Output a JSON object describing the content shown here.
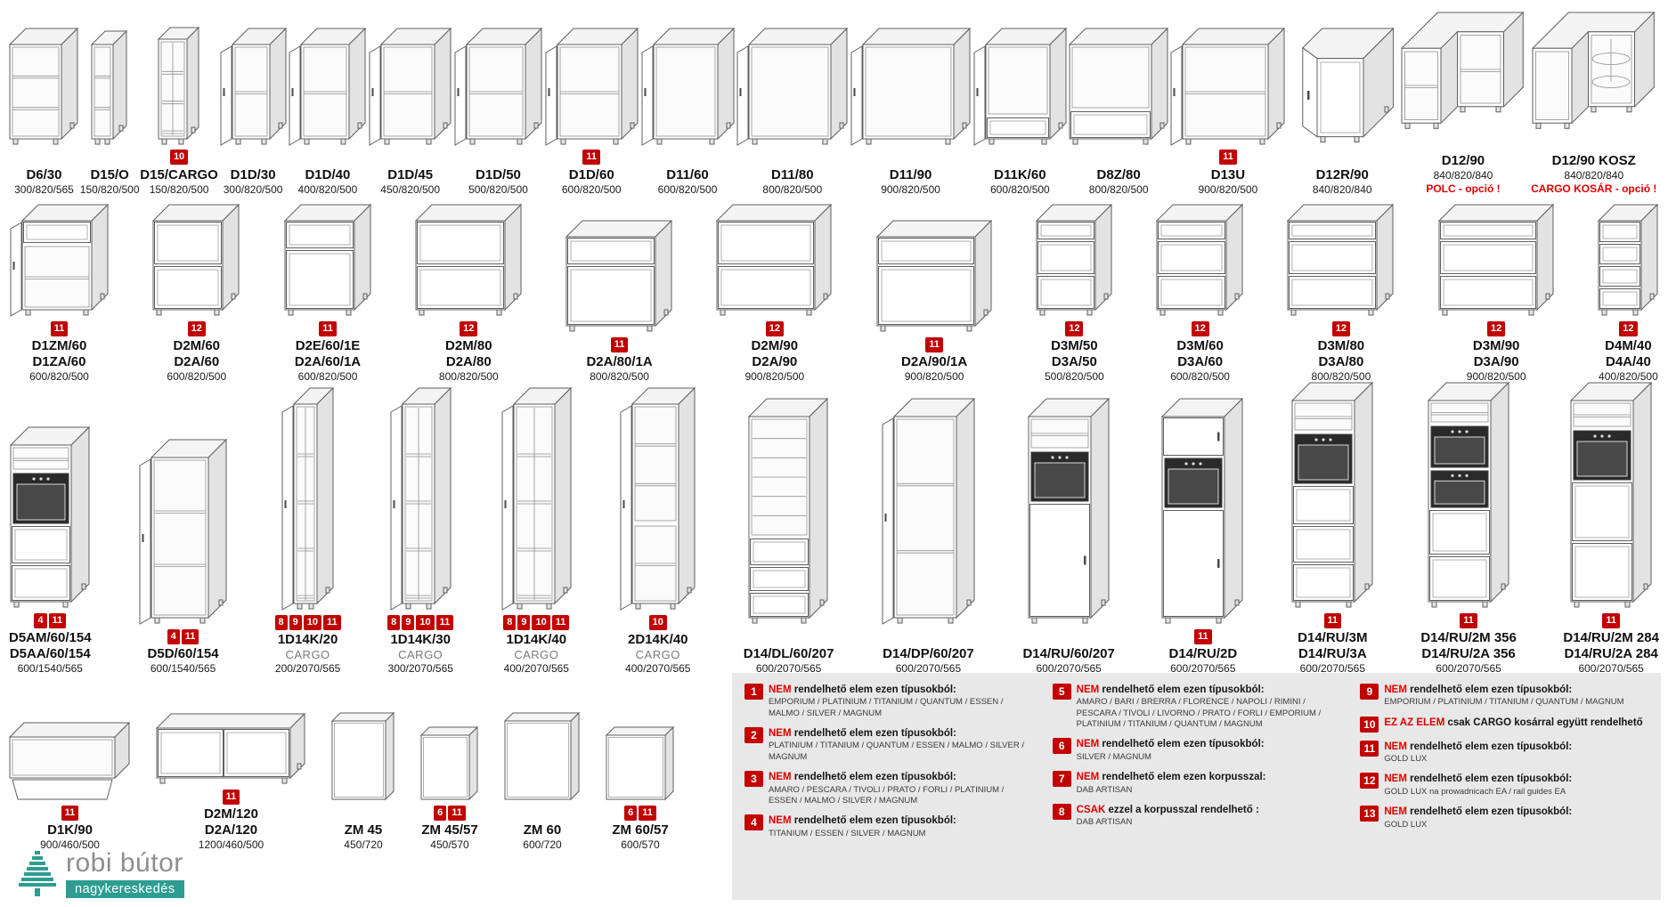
{
  "colors": {
    "badge_red": "#c20000",
    "note_red": "#e00000",
    "brand_teal": "#2d9d92"
  },
  "logo": {
    "name": "robi bútor",
    "subtitle": "nagykereskedés"
  },
  "rows": [
    {
      "items": [
        {
          "code": [
            "D6/30"
          ],
          "dims": "300/820/565",
          "badges": [],
          "type": "corner-open-shelf"
        },
        {
          "code": [
            "D15/O"
          ],
          "dims": "150/820/500",
          "badges": [],
          "type": "narrow-open-shelf"
        },
        {
          "code": [
            "D15/CARGO"
          ],
          "dims": "150/820/500",
          "badges": [
            10
          ],
          "type": "narrow-cargo"
        },
        {
          "code": [
            "D1D/30"
          ],
          "dims": "300/820/500",
          "badges": [],
          "type": "door-30"
        },
        {
          "code": [
            "D1D/40"
          ],
          "dims": "400/820/500",
          "badges": [],
          "type": "door-40"
        },
        {
          "code": [
            "D1D/45"
          ],
          "dims": "450/820/500",
          "badges": [],
          "type": "door-45"
        },
        {
          "code": [
            "D1D/50"
          ],
          "dims": "500/820/500",
          "badges": [],
          "type": "door-50"
        },
        {
          "code": [
            "D1D/60"
          ],
          "dims": "600/820/500",
          "badges": [
            11
          ],
          "type": "door-60"
        },
        {
          "code": [
            "D11/60"
          ],
          "dims": "600/820/500",
          "badges": [],
          "type": "sink-60"
        },
        {
          "code": [
            "D11/80"
          ],
          "dims": "800/820/500",
          "badges": [],
          "type": "sink-80"
        },
        {
          "code": [
            "D11/90"
          ],
          "dims": "900/820/500",
          "badges": [],
          "type": "sink-90"
        },
        {
          "code": [
            "D11K/60"
          ],
          "dims": "600/820/500",
          "badges": [],
          "type": "sink-60k"
        },
        {
          "code": [
            "D8Z/80"
          ],
          "dims": "800/820/500",
          "badges": [],
          "type": "inner-drawer-80"
        },
        {
          "code": [
            "D13U"
          ],
          "dims": "900/820/500",
          "badges": [
            11
          ],
          "type": "corner-blind"
        },
        {
          "code": [
            "D12R/90"
          ],
          "dims": "840/820/840",
          "badges": [],
          "type": "corner-diagonal"
        },
        {
          "code": [
            "D12/90"
          ],
          "dims": "840/820/840",
          "badges": [],
          "note": "POLC - opció !",
          "type": "corner-L"
        },
        {
          "code": [
            "D12/90 KOSZ"
          ],
          "dims": "840/820/840",
          "badges": [],
          "note": "CARGO KOSÁR - opció !",
          "type": "corner-L-kosz"
        }
      ]
    },
    {
      "items": [
        {
          "code": [
            "D1ZM/60",
            "D1ZA/60"
          ],
          "dims": "600/820/500",
          "badges": [
            11
          ],
          "type": "drawer-door-60"
        },
        {
          "code": [
            "D2M/60",
            "D2A/60"
          ],
          "dims": "600/820/500",
          "badges": [
            12
          ],
          "type": "drawers2-60"
        },
        {
          "code": [
            "D2E/60/1E",
            "D2A/60/1A"
          ],
          "dims": "600/820/500",
          "badges": [
            11
          ],
          "type": "drawers2e-60"
        },
        {
          "code": [
            "D2M/80",
            "D2A/80"
          ],
          "dims": "800/820/500",
          "badges": [
            12
          ],
          "type": "drawers2-80"
        },
        {
          "code": [
            "D2A/80/1A"
          ],
          "dims": "800/820/500",
          "badges": [
            11
          ],
          "type": "drawers2a-80"
        },
        {
          "code": [
            "D2M/90",
            "D2A/90"
          ],
          "dims": "900/820/500",
          "badges": [
            12
          ],
          "type": "drawers2-90"
        },
        {
          "code": [
            "D2A/90/1A"
          ],
          "dims": "900/820/500",
          "badges": [
            11
          ],
          "type": "drawers2a-90"
        },
        {
          "code": [
            "D3M/50",
            "D3A/50"
          ],
          "dims": "500/820/500",
          "badges": [
            12
          ],
          "type": "drawers3-50"
        },
        {
          "code": [
            "D3M/60",
            "D3A/60"
          ],
          "dims": "600/820/500",
          "badges": [
            12
          ],
          "type": "drawers3-60"
        },
        {
          "code": [
            "D3M/80",
            "D3A/80"
          ],
          "dims": "800/820/500",
          "badges": [
            12
          ],
          "type": "drawers3-80"
        },
        {
          "code": [
            "D3M/90",
            "D3A/90"
          ],
          "dims": "900/820/500",
          "badges": [
            12
          ],
          "type": "drawers3-90"
        },
        {
          "code": [
            "D4M/40",
            "D4A/40"
          ],
          "dims": "400/820/500",
          "badges": [
            12
          ],
          "type": "drawers4-40"
        }
      ]
    },
    {
      "items": [
        {
          "code": [
            "D5AM/60/154",
            "D5AA/60/154"
          ],
          "dims": "600/1540/565",
          "badges": [
            4,
            11
          ],
          "type": "tall-oven-154"
        },
        {
          "code": [
            "D5D/60/154"
          ],
          "dims": "600/1540/565",
          "badges": [
            4,
            11
          ],
          "type": "tall-door-154"
        },
        {
          "code": [
            "1D14K/20"
          ],
          "cargo": "CARGO",
          "dims": "200/2070/565",
          "badges": [
            8,
            9,
            10,
            11
          ],
          "type": "tall-cargo-20"
        },
        {
          "code": [
            "1D14K/30"
          ],
          "cargo": "CARGO",
          "dims": "300/2070/565",
          "badges": [
            8,
            9,
            10,
            11
          ],
          "type": "tall-cargo-30"
        },
        {
          "code": [
            "1D14K/40"
          ],
          "cargo": "CARGO",
          "dims": "400/2070/565",
          "badges": [
            8,
            9,
            10,
            11
          ],
          "type": "tall-cargo-40"
        },
        {
          "code": [
            "2D14K/40"
          ],
          "cargo": "CARGO",
          "dims": "400/2070/565",
          "badges": [
            10
          ],
          "type": "tall-cargo2-40"
        },
        {
          "code": [
            "D14/DL/60/207"
          ],
          "dims": "600/2070/565",
          "badges": [],
          "type": "tall-fridge-l"
        },
        {
          "code": [
            "D14/DP/60/207"
          ],
          "dims": "600/2070/565",
          "badges": [],
          "type": "tall-fridge-p"
        },
        {
          "code": [
            "D14/RU/60/207"
          ],
          "dims": "600/2070/565",
          "badges": [],
          "type": "tall-oven-flip"
        },
        {
          "code": [
            "D14/RU/2D"
          ],
          "dims": "600/2070/565",
          "badges": [
            11
          ],
          "type": "tall-oven-2d"
        },
        {
          "code": [
            "D14/RU/3M",
            "D14/RU/3A"
          ],
          "dims": "600/2070/565",
          "badges": [
            11
          ],
          "type": "tall-oven-3m"
        },
        {
          "code": [
            "D14/RU/2M 356",
            "D14/RU/2A 356"
          ],
          "dims": "600/2070/565",
          "badges": [
            11
          ],
          "type": "tall-oven-2m356"
        },
        {
          "code": [
            "D14/RU/2M 284",
            "D14/RU/2A 284"
          ],
          "dims": "600/2070/565",
          "badges": [
            11
          ],
          "type": "tall-oven-2m284"
        }
      ]
    },
    {
      "items": [
        {
          "code": [
            "D1K/90"
          ],
          "dims": "900/460/500",
          "badges": [
            11
          ],
          "type": "flip-90"
        },
        {
          "code": [
            "D2M/120",
            "D2A/120"
          ],
          "dims": "1200/460/500",
          "badges": [
            11
          ],
          "type": "low-drawers-120"
        },
        {
          "code": [
            "ZM 45"
          ],
          "dims": "450/720",
          "badges": [],
          "type": "panel-45-72"
        },
        {
          "code": [
            "ZM 45/57"
          ],
          "dims": "450/570",
          "badges": [
            6,
            11
          ],
          "type": "panel-45-57"
        },
        {
          "code": [
            "ZM 60"
          ],
          "dims": "600/720",
          "badges": [],
          "type": "panel-60-72"
        },
        {
          "code": [
            "ZM 60/57"
          ],
          "dims": "600/570",
          "badges": [
            6,
            11
          ],
          "type": "panel-60-57"
        }
      ]
    }
  ],
  "legend": {
    "columns": [
      [
        {
          "num": 1,
          "lead": "NEM",
          "head": " rendelhető elem ezen típusokból:",
          "body": "EMPORIUM / PLATINIUM / TITANIUM / QUANTUM / ESSEN / MALMO / SILVER / MAGNUM"
        },
        {
          "num": 2,
          "lead": "NEM",
          "head": " rendelhető elem ezen típusokból:",
          "body": "PLATINIUM / TITANIUM / QUANTUM / ESSEN / MALMO / SILVER / MAGNUM"
        },
        {
          "num": 3,
          "lead": "NEM",
          "head": " rendelhető elem ezen típusokból:",
          "body": "AMARO / PESCARA / TIVOLI / PRATO / FORLI / PLATINIUM / ESSEN / MALMO / SILVER / MAGNUM"
        },
        {
          "num": 4,
          "lead": "NEM",
          "head": " rendelhető elem ezen típusokból:",
          "body": "TITANIUM /  ESSEN / SILVER / MAGNUM"
        }
      ],
      [
        {
          "num": 5,
          "lead": "NEM",
          "head": " rendelhető elem ezen típusokból:",
          "body": "AMARO / BARI / BRERRA / FLORENCE / NAPOLI / RIMINI / PESCARA / TIVOLI / LIVORNO / PRATO / FORLI / EMPORIUM / PLATINIUM / TITANIUM / QUANTUM / MAGNUM"
        },
        {
          "num": 6,
          "lead": "NEM",
          "head": " rendelhető elem ezen típusokból:",
          "body": "SILVER / MAGNUM"
        },
        {
          "num": 7,
          "lead": "NEM",
          "head": " rendelhető elem ezen korpusszal:",
          "body": "DAB ARTISAN"
        },
        {
          "num": 8,
          "lead": "CSAK",
          "head": " ezzel a korpusszal rendelhető :",
          "body": "DAB ARTISAN"
        }
      ],
      [
        {
          "num": 9,
          "lead": "NEM",
          "head": " rendelhető elem ezen típusokból:",
          "body": "EMPORIUM / PLATINIUM / TITANIUM / QUANTUM / MAGNUM"
        },
        {
          "num": 10,
          "lead": "EZ AZ ELEM",
          "head": " csak CARGO kosárral  együtt rendelhető",
          "body": ""
        },
        {
          "num": 11,
          "lead": "NEM",
          "head": " rendelhető elem ezen típusokból:",
          "body": "GOLD LUX"
        },
        {
          "num": 12,
          "lead": "NEM",
          "head": " rendelhető elem ezen típusokból:",
          "body": "GOLD LUX na prowadnicach EA / rail guides EA"
        },
        {
          "num": 13,
          "lead": "NEM",
          "head": " rendelhető elem ezen típusokból:",
          "body": "GOLD LUX"
        }
      ]
    ]
  }
}
